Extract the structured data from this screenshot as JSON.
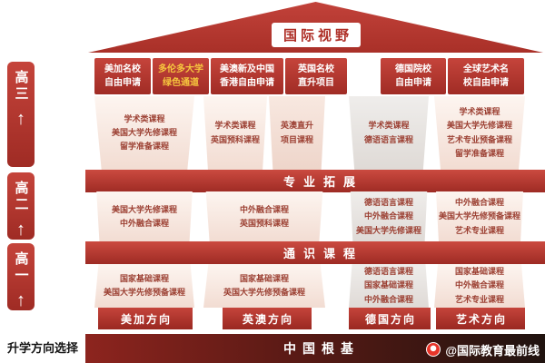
{
  "colors": {
    "primary_red": "#b5362e",
    "gold_accent": "#f6c63e",
    "pillar_text_red": "#9c4033",
    "gray_pillar": "#e6e2de",
    "foundation_dark": "#20130f"
  },
  "icons": {
    "up_arrow": "↑"
  },
  "roof": {
    "title": "国际视野"
  },
  "sidebar": {
    "grades": [
      {
        "label": "高三"
      },
      {
        "label": "高二"
      },
      {
        "label": "高一"
      }
    ],
    "footer_label": "升学方向选择"
  },
  "header_boxes": [
    {
      "label": "美加名校\n自由申请"
    },
    {
      "label": "多伦多大学\n绿色通道"
    },
    {
      "label": "美澳新及中国\n香港自由申请"
    },
    {
      "label": "英国名校\n直升项目"
    },
    {
      "label": "德国院校\n自由申请"
    },
    {
      "label": "全球艺术名\n校自由申请"
    }
  ],
  "bands": [
    {
      "label": "专业拓展"
    },
    {
      "label": "通识课程"
    }
  ],
  "pillars": [
    {
      "footer": "美加方向",
      "tier3": "学术类课程\n美国大学先修课程\n留学准备课程",
      "tier2": "美国大学先修课程\n中外融合课程",
      "tier1": "国家基础课程\n美国大学先修预备课程"
    },
    {
      "footer": "英澳方向",
      "tier3_left": "学术类课程\n英国预科课程",
      "tier3_right": "英澳直升\n项目课程",
      "tier2": "中外融合课程\n英国预科课程",
      "tier1": "国家基础课程\n英国大学先修预备课程"
    },
    {
      "footer": "德国方向",
      "tier3": "学术类课程\n德语语言课程",
      "tier2": "德语语言课程\n中外融合课程\n美国大学先修课程",
      "tier1": "德语语言课程\n国家基础课程\n中外融合课程"
    },
    {
      "footer": "艺术方向",
      "tier3": "学术类课程\n美国大学先修课程\n艺术专业预备课程\n留学准备课程",
      "tier2": "中外融合课程\n美国大学先修预备课程\n艺术专业课程",
      "tier1": "国家基础课程\n中外融合课程\n艺术专业课程"
    }
  ],
  "foundation": {
    "label": "中国根基"
  },
  "watermark": {
    "text": "@国际教育最前线"
  }
}
